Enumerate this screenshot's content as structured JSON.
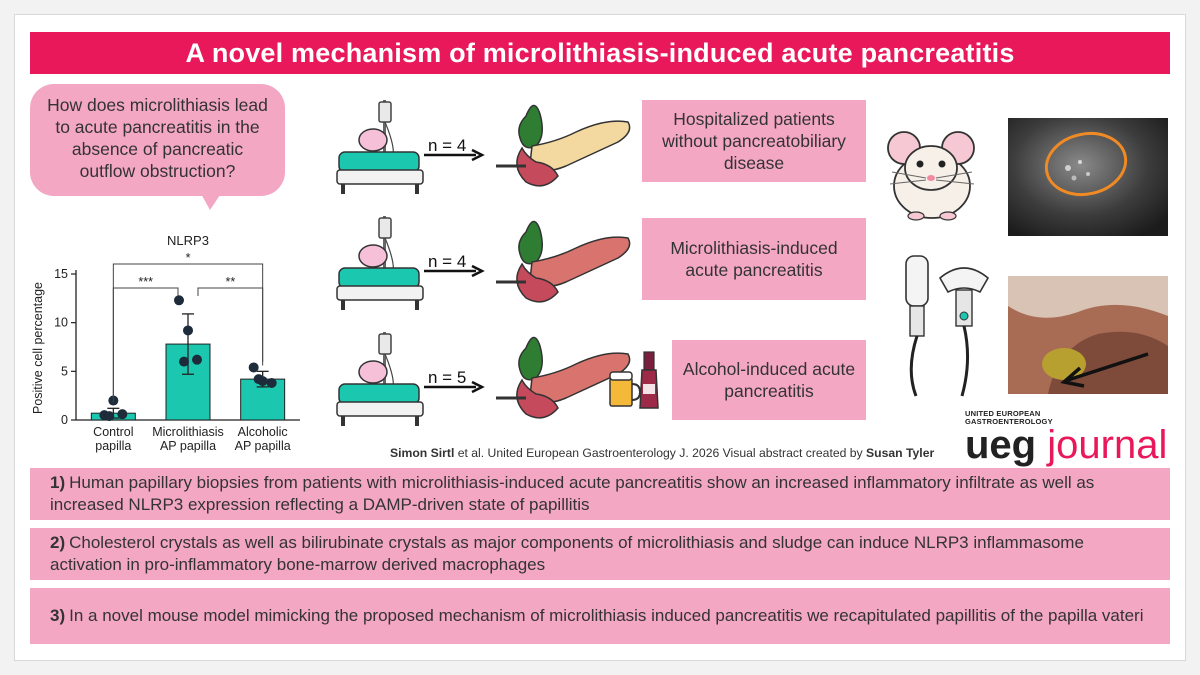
{
  "title": "A novel mechanism of microlithiasis-induced acute pancreatitis",
  "question": "How does microlithiasis lead to acute pancreatitis in the absence of pancreatic outflow obstruction?",
  "chart_data": {
    "type": "bar",
    "title": "NLRP3",
    "ylabel": "Positive cell percentage",
    "xlabel": "",
    "ylim": [
      0,
      15
    ],
    "yticks": [
      0,
      5,
      10,
      15
    ],
    "categories": [
      "Control papilla",
      "Microlithiasis AP papilla",
      "Alcoholic AP papilla"
    ],
    "category_lines": [
      [
        "Control",
        "papilla"
      ],
      [
        "Microlithiasis",
        "AP papilla"
      ],
      [
        "Alcoholic",
        "AP papilla"
      ]
    ],
    "values": [
      0.7,
      7.8,
      4.2
    ],
    "error": [
      0.5,
      3.1,
      0.8
    ],
    "points": [
      [
        0.5,
        2.0,
        0.6,
        0.4
      ],
      [
        12.3,
        9.2,
        6.2,
        6.0
      ],
      [
        5.4,
        4.0,
        3.8,
        4.2
      ]
    ],
    "significance": [
      {
        "from": 0,
        "to": 1,
        "label": "***"
      },
      {
        "from": 1,
        "to": 2,
        "label": "**"
      },
      {
        "from": 0,
        "to": 2,
        "label": "*"
      }
    ],
    "bar_color": "#1cc7b0",
    "grid": false
  },
  "cohorts": [
    {
      "n": "n = 4",
      "label": "Hospitalized patients without pancreatobiliary disease"
    },
    {
      "n": "n = 4",
      "label": "Microlithiasis-induced acute pancreatitis"
    },
    {
      "n": "n = 5",
      "label": "Alcohol-induced acute pancreatitis"
    }
  ],
  "citation": {
    "author": "Simon Sirtl",
    "middle": " et al. United European Gastroenterology J. 2026 Visual abstract created by ",
    "creator": "Susan Tyler"
  },
  "logo": {
    "small_line1": "UNITED EUROPEAN",
    "small_line2": "GASTROENTEROLOGY",
    "word1": "ueg",
    "word2": "journal"
  },
  "findings": [
    {
      "num": "1)",
      "text": "Human papillary biopsies from patients with microlithiasis-induced acute pancreatitis show an increased inflammatory infiltrate as well as increased NLRP3 expression reflecting a DAMP-driven state of papillitis"
    },
    {
      "num": "2)",
      "text": "Cholesterol crystals as well as bilirubinate crystals as major components of microlithiasis and sludge can induce NLRP3 inflammasome activation in pro-inflammatory bone-marrow derived macrophages"
    },
    {
      "num": "3)",
      "text": "In a novel mouse model mimicking the proposed mechanism of microlithiasis induced pancreatitis we recapitulated papillitis of the papilla vateri"
    }
  ],
  "colors": {
    "accent": "#e8185a",
    "box": "#f4a7c3",
    "bar": "#1cc7b0"
  }
}
